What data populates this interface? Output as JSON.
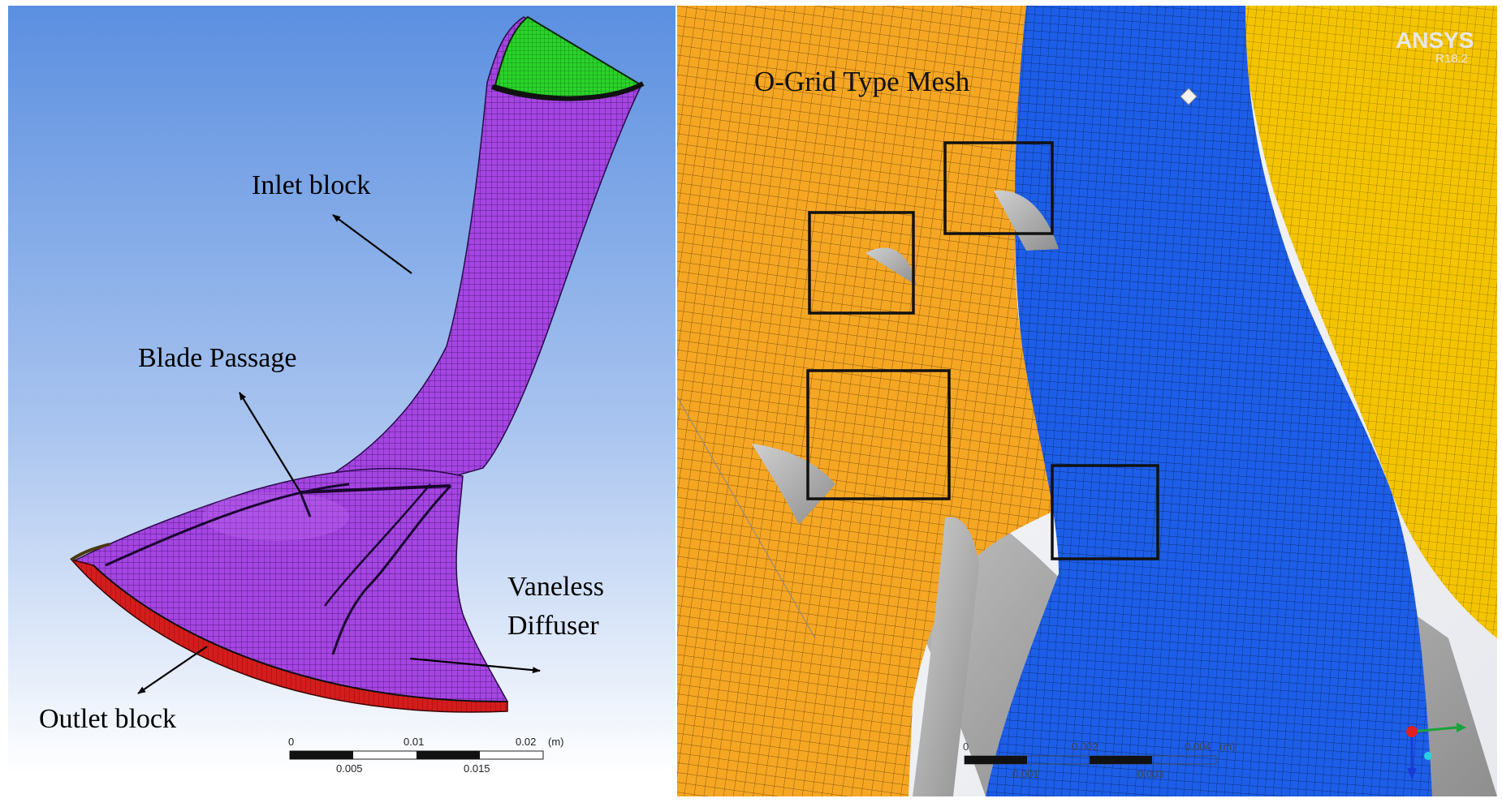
{
  "left": {
    "labels": {
      "inlet_block": "Inlet block",
      "blade_passage": "Blade Passage",
      "vaneless_line1": "Vaneless",
      "vaneless_line2": "Diffuser",
      "outlet_block": "Outlet block"
    },
    "scale_bar": {
      "top_ticks": [
        "0",
        "0.01",
        "0.02"
      ],
      "unit": "(m)",
      "bottom_ticks": [
        "0.005",
        "0.015"
      ]
    }
  },
  "right": {
    "title": "O-Grid Type Mesh",
    "logo": "ANSYS",
    "version": "R18.2",
    "scale_bar": {
      "top_ticks": [
        "0",
        "0.002",
        "0.004"
      ],
      "unit": "(m)",
      "bottom_ticks": [
        "0.001",
        "0.003"
      ]
    }
  },
  "colors": {
    "left_bg_top": "#5b8fe0",
    "left_bg_bottom": "#ffffff",
    "mesh_purple": "#a040e0",
    "inlet_green": "#2ad42a",
    "outlet_red": "#d41c1c",
    "orange_mesh": "#f5a623",
    "blue_mesh": "#1d5ee8",
    "yellow_mesh": "#f5c400",
    "blade_grey": "#a8a8a8",
    "callout_box": "#111111"
  }
}
